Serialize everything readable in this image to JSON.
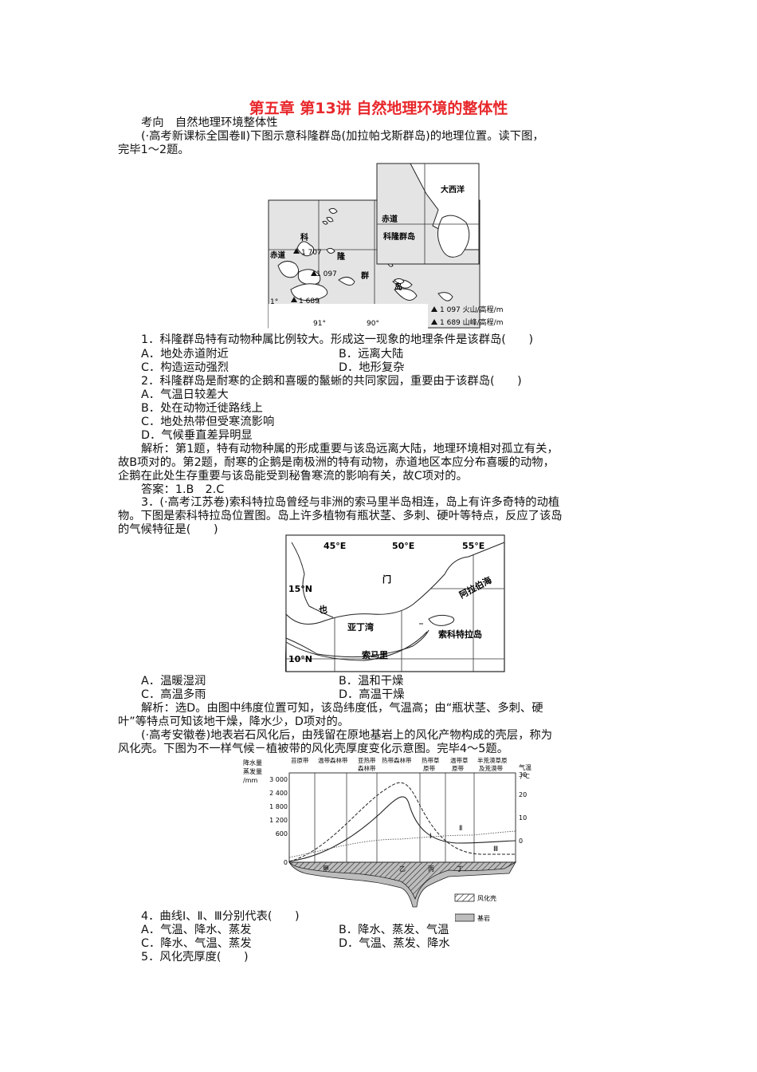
{
  "title": "第五章 第13讲 自然地理环境的整体性",
  "topic": "考向　自然地理环境整体性",
  "intro1": {
    "line1": "(·高考新课标全国卷Ⅱ)下图示意科隆群岛(加拉帕戈斯群岛)的地理位置。读下图，",
    "line2": "完毕1～2题。"
  },
  "map1": {
    "labels": {
      "atlantic": "大西洋",
      "equator_right": "赤道",
      "galapagos": "科隆群岛",
      "ke": "科",
      "long": "隆",
      "qun": "群",
      "dao": "岛",
      "equator_left": "赤道",
      "elev1707": "1 707",
      "elev1097": "1 097",
      "elev1689": "1 689",
      "lat1": "1°",
      "lon91": "91°",
      "lon90": "90°"
    },
    "legend": {
      "volcano": "1 097 火山/高程/m",
      "peak": "1 689 山峰/高程/m"
    }
  },
  "q1": {
    "stem": "1．科隆群岛特有动物种属比例较大。形成这一现象的地理条件是该群岛(　　)",
    "A": "A．地处赤道附近",
    "B": "B．远离大陆",
    "C": "C．构造运动强烈",
    "D": "D．地形复杂"
  },
  "q2": {
    "stem": "2．科隆群岛是耐寒的企鹅和喜暖的鬣蜥的共同家园，重要由于该群岛(　　)",
    "A": "A．气温日较差大",
    "B": "B．处在动物迁徙路线上",
    "C": "C．地处热带但受寒流影响",
    "D": "D．气候垂直差异明显"
  },
  "analysis12": {
    "line1": "解析：第1题，特有动物种属的形成重要与该岛远离大陆，地理环境相对孤立有关，",
    "line2": "故B项对的。第2题，耐寒的企鹅是南极洲的特有动物，赤道地区本应分布喜暖的动物，",
    "line3": "企鹅在此处生存重要与该岛能受到秘鲁寒流的影响有关，故C项对的。",
    "answer": "答案：1.B　2.C"
  },
  "q3": {
    "line1": "3．(·高考江苏卷)索科特拉岛曾经与非洲的索马里半岛相连，岛上有许多奇特的动植",
    "line2": "物。下图是索科特拉岛位置图。岛上许多植物有瓶状茎、多刺、硬叶等特点，反应了该岛",
    "line3": "的气候特征是(　　)",
    "A": "A．温暖湿润",
    "B": "B．温和干燥",
    "C": "C．高温多雨",
    "D": "D．高温干燥"
  },
  "map2": {
    "lon45": "45°E",
    "lon50": "50°E",
    "lon55": "55°E",
    "lat15": "15°N",
    "lat10": "10°N",
    "men": "门",
    "ye": "也",
    "arabian_sea": "阿拉伯海",
    "gulf_aden": "亚丁湾",
    "socotra": "索科特拉岛",
    "somalia": "索马里"
  },
  "analysis3": {
    "line1": "解析：选D。由图中纬度位置可知，该岛纬度低，气温高；由“瓶状茎、多刺、硬",
    "line2": "叶”等特点可知该地干燥，降水少，D项对的。"
  },
  "intro45": {
    "line1": "(·高考安徽卷)地表岩石风化后，由残留在原地基岩上的风化产物构成的壳层，称为",
    "line2": "风化壳。下图为不一样气候－植被带的风化壳厚度变化示意图。完毕4～5题。"
  },
  "chart3": {
    "left_axis": [
      "降水量",
      "蒸发量",
      "/mm"
    ],
    "right_axis": [
      "气温",
      "/℃"
    ],
    "left_ticks": [
      "3 000",
      "2 400",
      "1 800",
      "1 200",
      "600",
      "0"
    ],
    "right_ticks": [
      "30",
      "20",
      "10",
      "0"
    ],
    "zones": [
      [
        "苔原带"
      ],
      [
        "温带森林带"
      ],
      [
        "亚热带",
        "森林带"
      ],
      [
        "热带森林带"
      ],
      [
        "热带草",
        "原带"
      ],
      [
        "温带草",
        "原带"
      ],
      [
        "半荒漠草原",
        "及荒漠带"
      ]
    ],
    "curve_labels": [
      "Ⅰ",
      "Ⅱ",
      "Ⅲ"
    ],
    "regions": [
      "甲",
      "乙",
      "丙",
      "丁"
    ],
    "legend": {
      "weathered": "风化壳",
      "bedrock": "基岩"
    }
  },
  "q4": {
    "stem": "4．曲线Ⅰ、Ⅱ、Ⅲ分别代表(　　)",
    "A": "A．气温、降水、蒸发",
    "B": "B．降水、蒸发、气温",
    "C": "C．降水、气温、蒸发",
    "D": "D．气温、蒸发、降水"
  },
  "q5": {
    "stem": "5．风化壳厚度(　　)"
  }
}
